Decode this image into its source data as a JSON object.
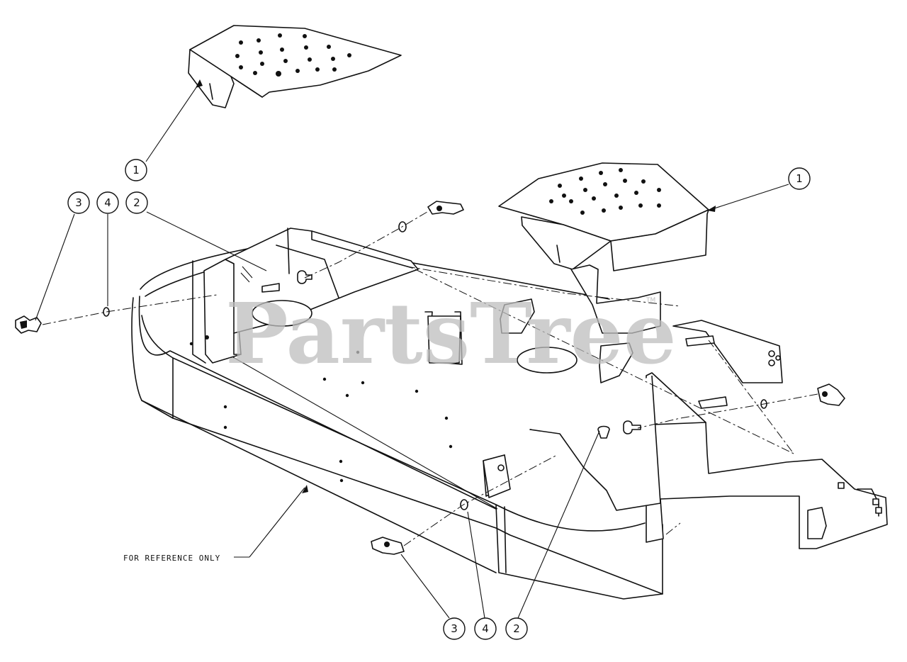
{
  "watermark": {
    "text": "PartsTree",
    "trademark": "TM"
  },
  "reference_note": "FOR REFERENCE ONLY",
  "callouts": [
    {
      "id": "callout-1-top",
      "label": "1"
    },
    {
      "id": "callout-1-right",
      "label": "1"
    },
    {
      "id": "callout-3-left",
      "label": "3"
    },
    {
      "id": "callout-4-left",
      "label": "4"
    },
    {
      "id": "callout-2-left",
      "label": "2"
    },
    {
      "id": "callout-3-bottom",
      "label": "3"
    },
    {
      "id": "callout-4-bottom",
      "label": "4"
    },
    {
      "id": "callout-2-bottom",
      "label": "2"
    }
  ]
}
